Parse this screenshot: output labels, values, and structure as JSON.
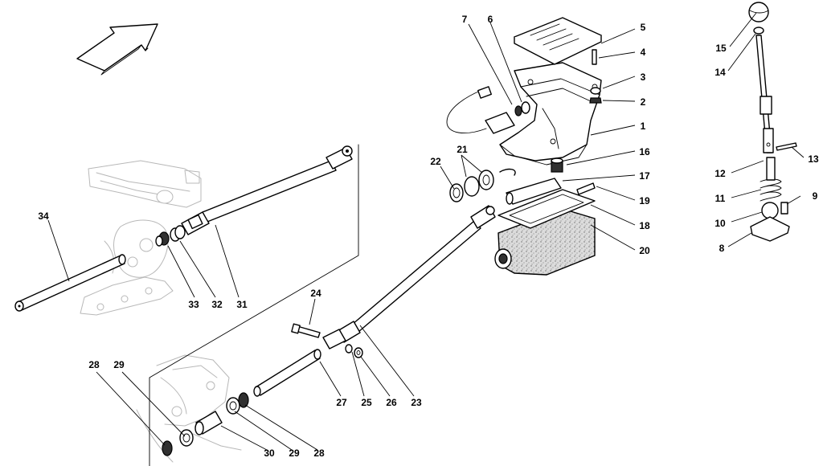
{
  "diagram": {
    "parts": [
      {
        "id": "1",
        "text": "1"
      },
      {
        "id": "2",
        "text": "2"
      },
      {
        "id": "3",
        "text": "3"
      },
      {
        "id": "4",
        "text": "4"
      },
      {
        "id": "5",
        "text": "5"
      },
      {
        "id": "6",
        "text": "6"
      },
      {
        "id": "7",
        "text": "7"
      },
      {
        "id": "8",
        "text": "8"
      },
      {
        "id": "9",
        "text": "9"
      },
      {
        "id": "10",
        "text": "10"
      },
      {
        "id": "11",
        "text": "11"
      },
      {
        "id": "12",
        "text": "12"
      },
      {
        "id": "13",
        "text": "13"
      },
      {
        "id": "14",
        "text": "14"
      },
      {
        "id": "15",
        "text": "15"
      },
      {
        "id": "16",
        "text": "16"
      },
      {
        "id": "17",
        "text": "17"
      },
      {
        "id": "18",
        "text": "18"
      },
      {
        "id": "19",
        "text": "19"
      },
      {
        "id": "20",
        "text": "20"
      },
      {
        "id": "21",
        "text": "21"
      },
      {
        "id": "22",
        "text": "22"
      },
      {
        "id": "23",
        "text": "23"
      },
      {
        "id": "24",
        "text": "24"
      },
      {
        "id": "25",
        "text": "25"
      },
      {
        "id": "26",
        "text": "26"
      },
      {
        "id": "27",
        "text": "27"
      },
      {
        "id": "28a",
        "text": "28"
      },
      {
        "id": "28b",
        "text": "28"
      },
      {
        "id": "29a",
        "text": "29"
      },
      {
        "id": "29b",
        "text": "29"
      },
      {
        "id": "30",
        "text": "30"
      },
      {
        "id": "31",
        "text": "31"
      },
      {
        "id": "32",
        "text": "32"
      },
      {
        "id": "33",
        "text": "33"
      },
      {
        "id": "34",
        "text": "34"
      }
    ]
  }
}
